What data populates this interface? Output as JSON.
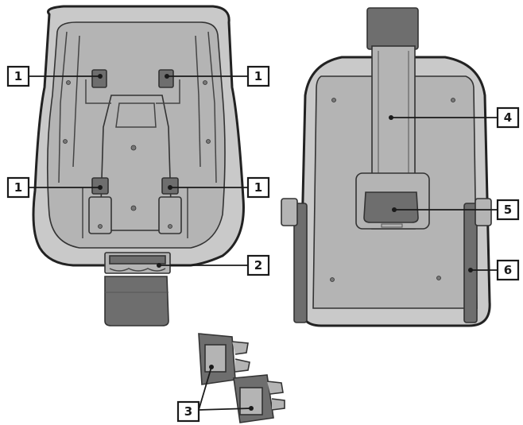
{
  "labels": {
    "isofix_top_left": "1",
    "isofix_top_right": "1",
    "isofix_mid_left": "1",
    "isofix_mid_right": "1",
    "front_handle": "2",
    "connector_guides": "3",
    "belt_strap": "4",
    "strap_buckle": "5",
    "side_rail": "6"
  },
  "colors": {
    "shell_fill": "#c9c9c9",
    "part_fill": "#b4b4b4",
    "dark_part": "#6e6e6e",
    "outline": "#222222",
    "label_border": "#1a1a1a",
    "background": "#ffffff"
  }
}
